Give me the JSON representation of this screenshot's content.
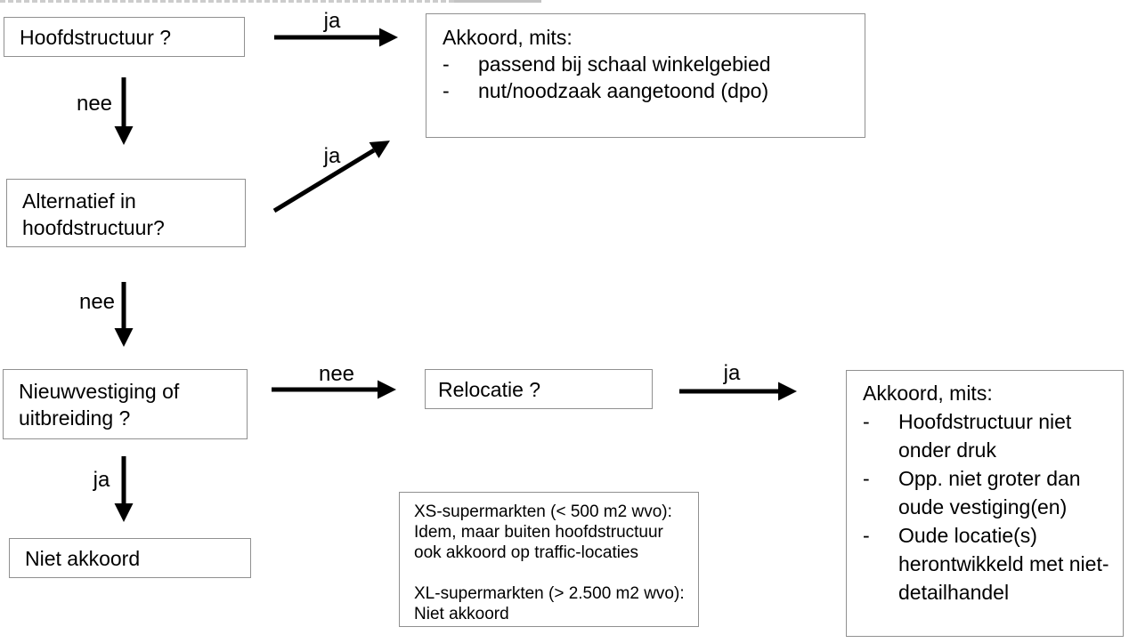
{
  "diagram": {
    "bullet_char": "-",
    "boxes": {
      "q_hoofdstructuur": {
        "lines": [
          "Hoofdstructuur ?"
        ]
      },
      "q_alternatief": {
        "lines": [
          "Alternatief in",
          "hoofdstructuur?"
        ]
      },
      "q_nieuwvestiging": {
        "lines": [
          "Nieuwvestiging of",
          "uitbreiding ?"
        ]
      },
      "niet_akkoord": {
        "lines": [
          "Niet akkoord"
        ]
      },
      "q_relocatie": {
        "lines": [
          "Relocatie ?"
        ]
      },
      "akkoord_schaal": {
        "title": "Akkoord, mits:",
        "bullets": [
          "passend bij schaal winkelgebied",
          "nut/noodzaak aangetoond (dpo)"
        ]
      },
      "akkoord_relocatie": {
        "title": "Akkoord, mits:",
        "bullets": [
          "Hoofdstructuur niet onder druk",
          "Opp. niet groter dan oude vestiging(en)",
          "Oude locatie(s) herontwikkeld met niet-detailhandel"
        ]
      },
      "note_supermarkten": {
        "lines": [
          "XS-supermarkten (< 500 m2 wvo):",
          "Idem, maar buiten hoofdstructuur",
          "ook akkoord op traffic-locaties",
          "",
          "XL-supermarkten (> 2.500 m2 wvo):",
          "Niet akkoord"
        ]
      }
    },
    "edge_labels": {
      "ja_top": "ja",
      "nee_1": "nee",
      "ja_diagonal": "ja",
      "nee_2": "nee",
      "nee_relocatie": "nee",
      "ja_akkoord": "ja",
      "ja_niet_akkoord": "ja"
    }
  },
  "colors": {
    "background": "#ffffff",
    "box_border": "#909090",
    "text": "#000000",
    "arrow": "#000000",
    "top_rule": "#c9c9c9"
  }
}
